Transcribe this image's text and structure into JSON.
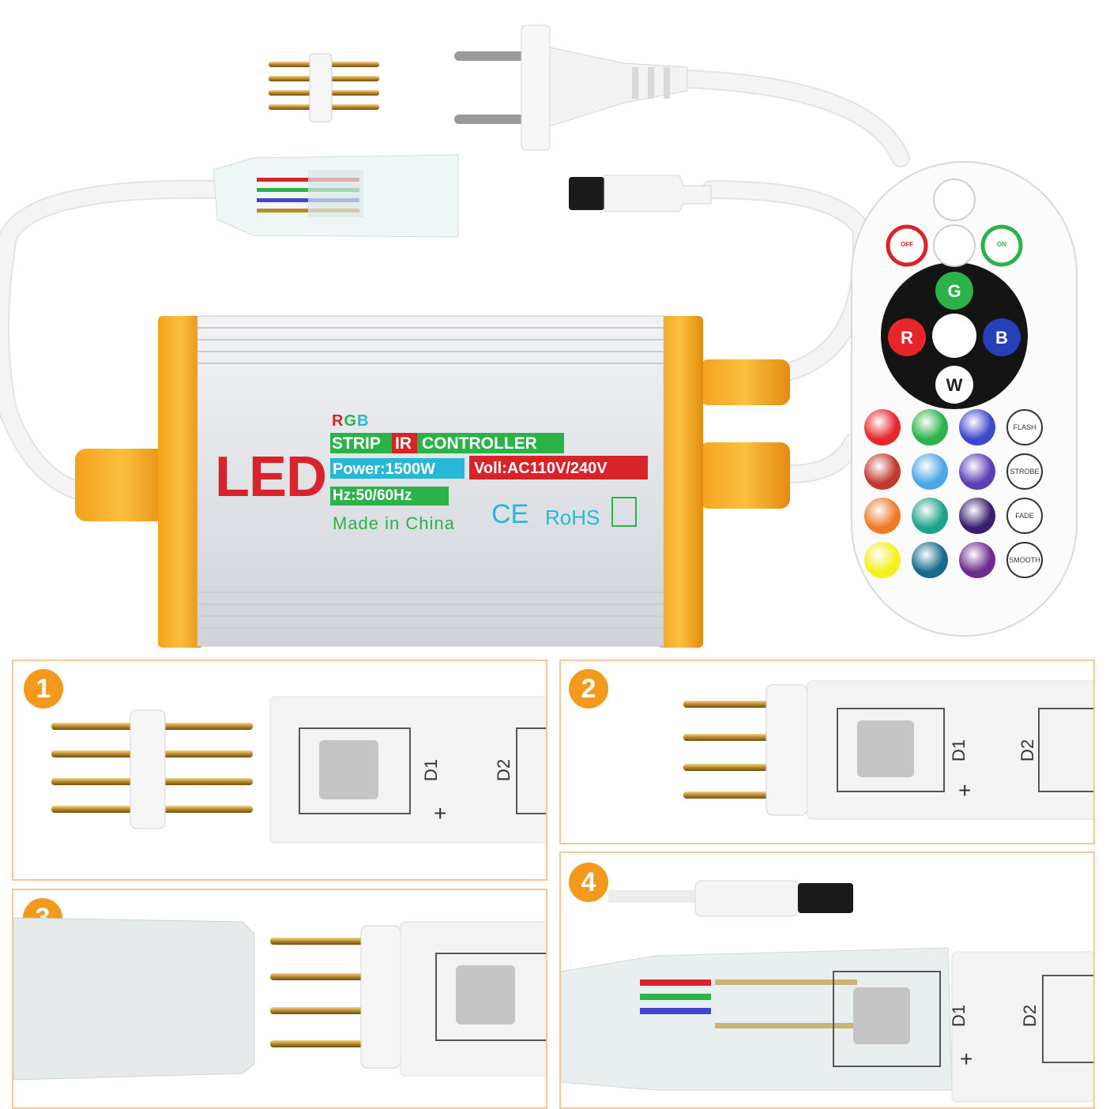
{
  "controller": {
    "logo_text": "LED",
    "rgb_r": "R",
    "rgb_g": "G",
    "rgb_b": "B",
    "strip_label": "STRIP",
    "ir_label": "IR",
    "controller_label": "CONTROLLER",
    "power_label": "Power:1500W",
    "volt_label": "Voll:AC110V/240V",
    "hz_label": "Hz:50/60Hz",
    "made_in": "Made in China",
    "ce_mark": "CE",
    "rohs_mark": "RoHS"
  },
  "remote": {
    "off_label": "OFF",
    "on_label": "ON",
    "g_label": "G",
    "r_label": "R",
    "b_label": "B",
    "w_label": "W",
    "mode_buttons": [
      "FLASH",
      "STROBE",
      "FADE",
      "SMOOTH"
    ],
    "color_grid": [
      [
        "#e8262a",
        "#2bb34a",
        "#3f48cc",
        ""
      ],
      [
        "#c0392b",
        "#4aa6e6",
        "#5b3fb8",
        ""
      ],
      [
        "#f07a26",
        "#1ea38a",
        "#3a1f6e",
        ""
      ],
      [
        "#f4f01c",
        "#156b8c",
        "#6d2c8e",
        ""
      ]
    ]
  },
  "steps": [
    {
      "number": "1",
      "d1": "D1",
      "d2": "D2",
      "plus": "+"
    },
    {
      "number": "2",
      "d1": "D1",
      "d2": "D2",
      "plus": "+"
    },
    {
      "number": "3"
    },
    {
      "number": "4",
      "d1": "D1",
      "d2": "D2",
      "plus": "+"
    }
  ],
  "colors": {
    "accent_orange": "#f39a1e",
    "label_green": "#2bb34a",
    "label_red": "#d9232a",
    "label_cyan": "#27b8d8"
  }
}
